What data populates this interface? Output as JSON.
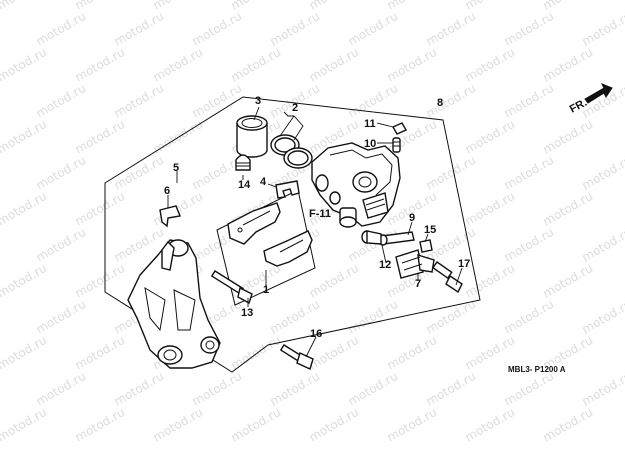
{
  "watermark": "motod.ru",
  "direction_label": "FR.",
  "reference_label": "F-11",
  "diagram_code": "MBL3- P1200 A",
  "callouts": {
    "c1": "1",
    "c2": "2",
    "c3": "3",
    "c4": "4",
    "c5": "5",
    "c6": "6",
    "c7": "7",
    "c8": "8",
    "c9": "9",
    "c10": "10",
    "c11": "11",
    "c12": "12",
    "c13": "13",
    "c14": "14",
    "c15": "15",
    "c16": "16",
    "c17": "17"
  },
  "colors": {
    "line": "#111111",
    "watermark": "#dcdcdc",
    "background": "#ffffff"
  }
}
